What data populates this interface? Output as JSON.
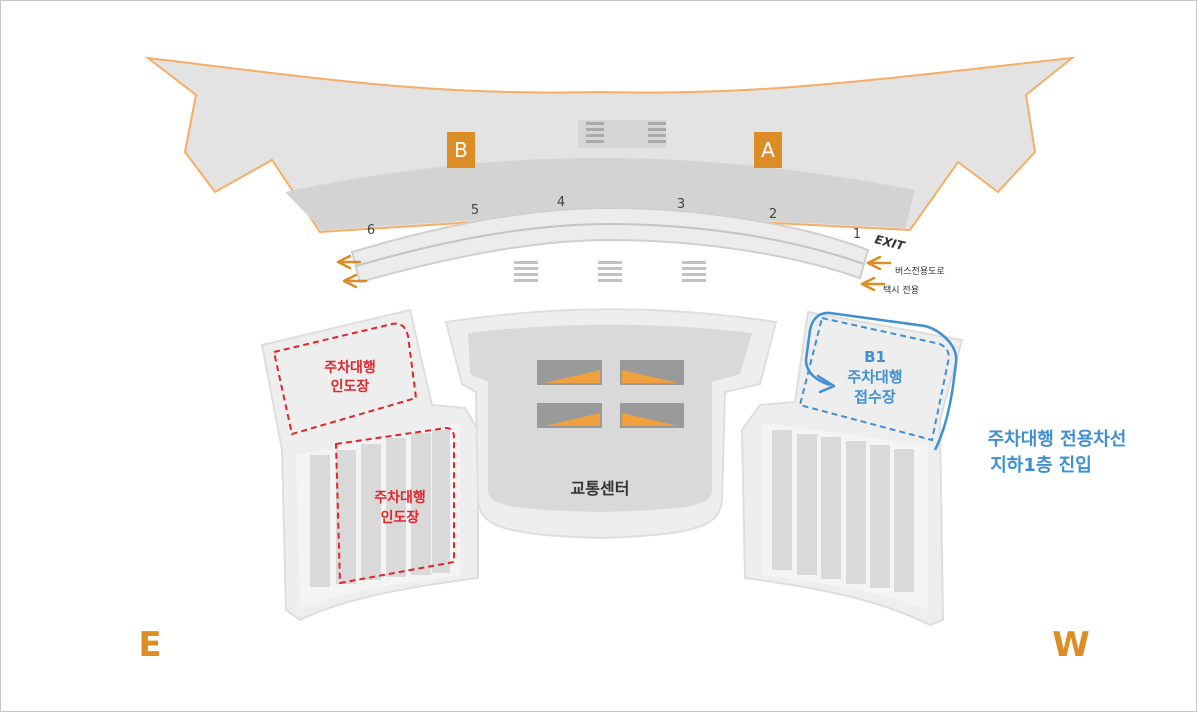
{
  "terminal": {
    "badge_b": "B",
    "badge_a": "A",
    "badge_color": "#dc8d25",
    "roof_color": "#e3e3e3",
    "outline_color": "#f5ae63"
  },
  "curb": {
    "gates": [
      "6",
      "5",
      "4",
      "3",
      "2",
      "1"
    ],
    "exit_label": "EXIT",
    "bus_only_label": "버스전용도로",
    "taxi_only_label": "택시 전용"
  },
  "parking": {
    "east_drop_top": [
      "주차대행",
      "인도장"
    ],
    "east_drop_lower": [
      "주차대행",
      "인도장"
    ],
    "west_reception": [
      "B1",
      "주차대행",
      "접수장"
    ],
    "west_lane_note": [
      "주차대행 전용차선",
      "지하1층 진입"
    ],
    "transport_center": "교통센터",
    "red_color": "#e0262c",
    "blue_color": "#3f8fd2"
  },
  "directions": {
    "east": "E",
    "west": "W"
  }
}
